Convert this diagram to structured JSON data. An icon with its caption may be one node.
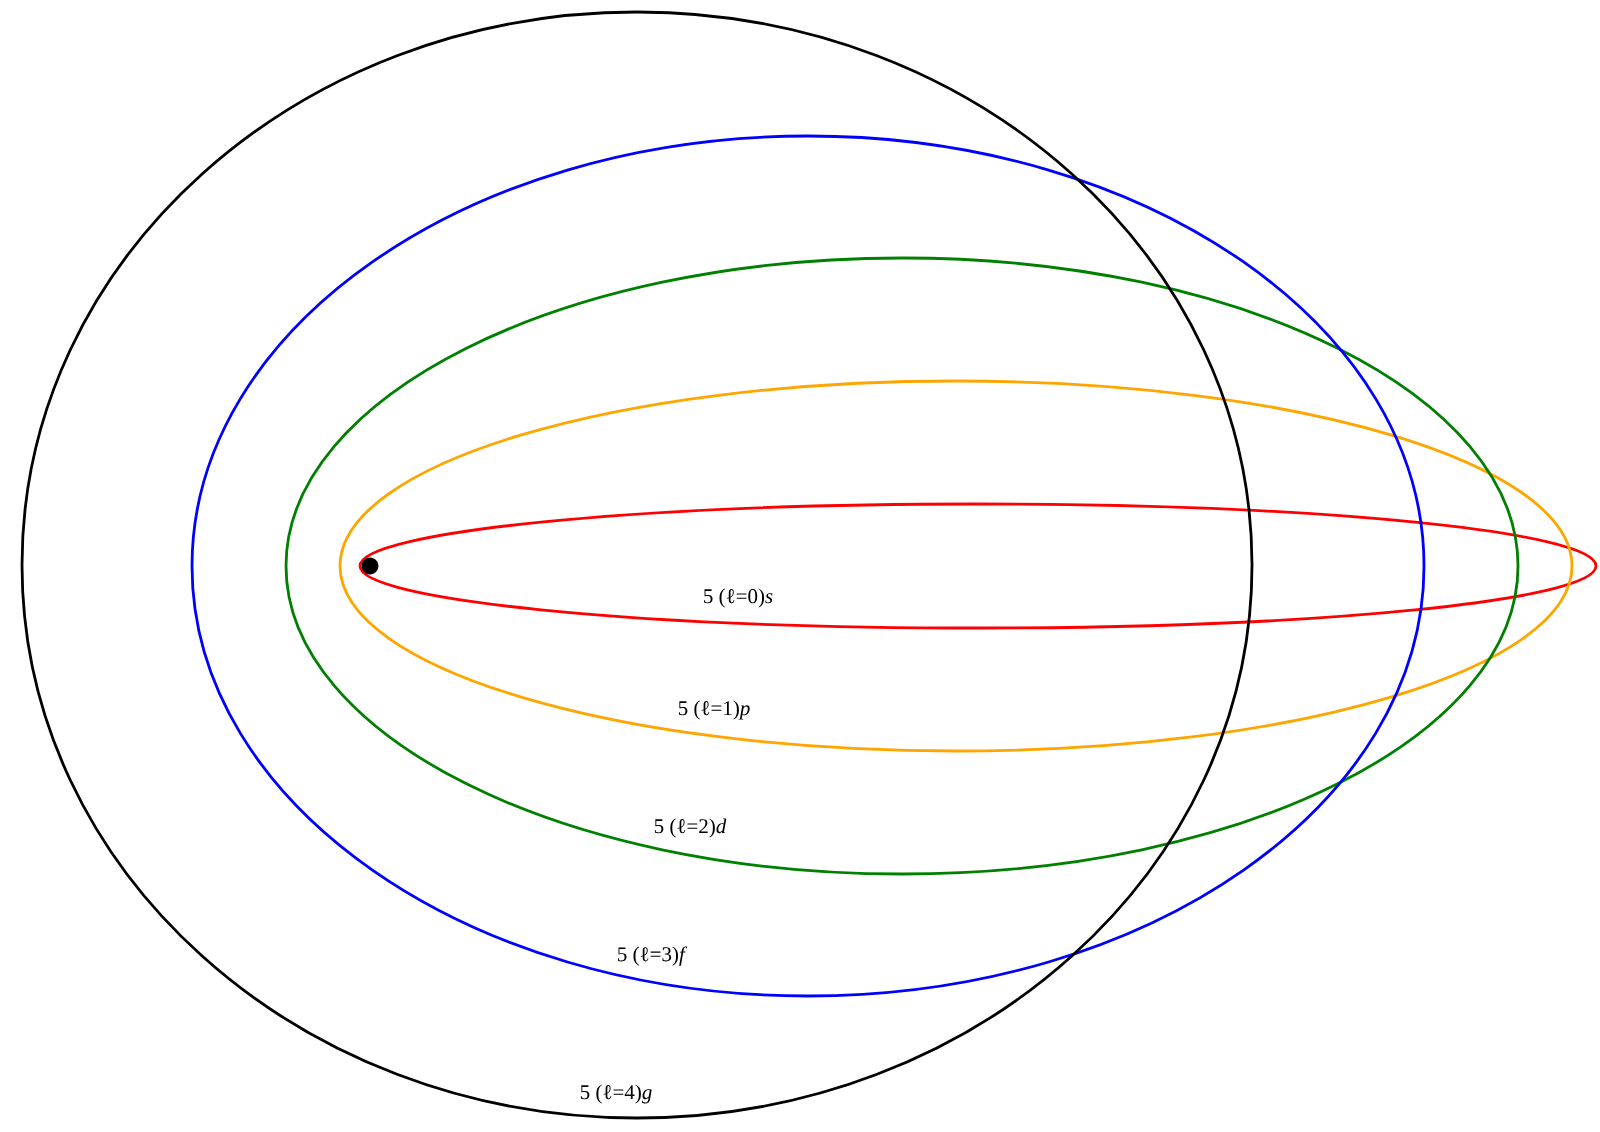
{
  "diagram": {
    "labels": [
      "5 (ℓ=0)*s*",
      "5 (ℓ=1)*p*",
      "5 (ℓ=2)*d*",
      "5 (ℓ=3)*f*",
      "5 (ℓ=4)*g*"
    ]
  }
}
